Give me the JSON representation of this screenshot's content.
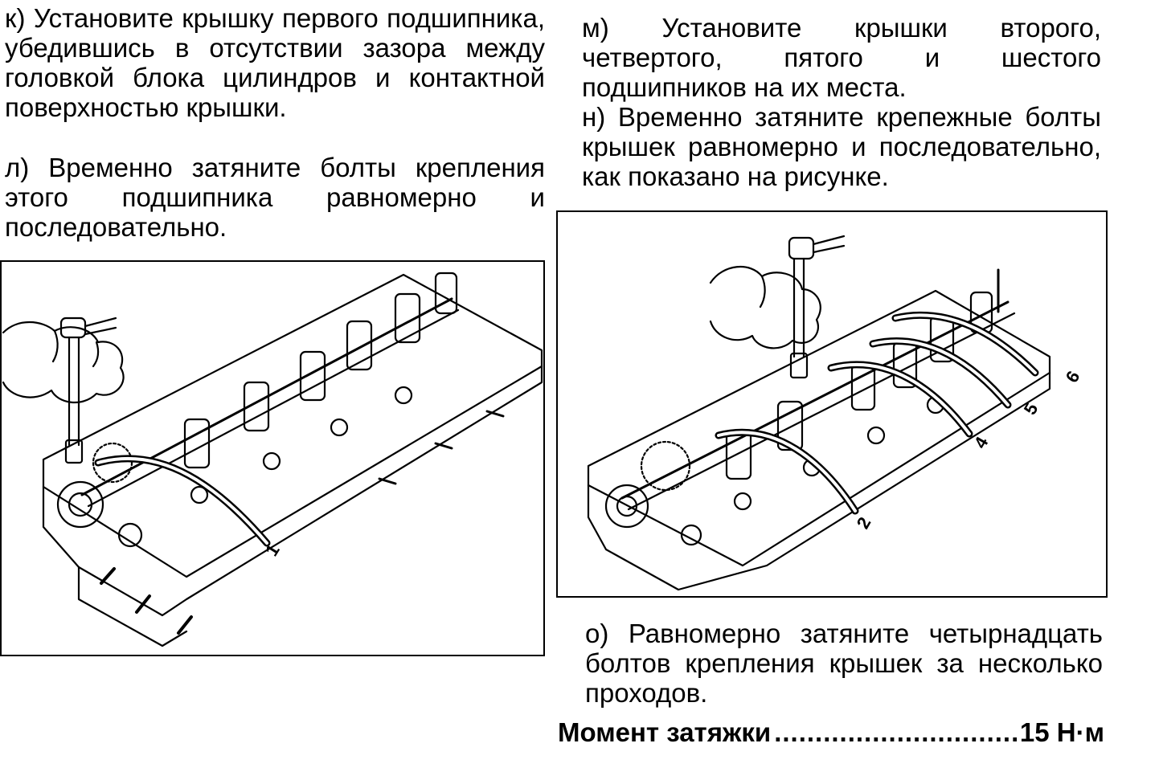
{
  "paragraphs": {
    "k": "к) Установите крышку первого подшипника, убедившись в отсутствии зазора между головкой блока цилиндров и контактной поверхностью крышки.",
    "l": "л) Временно затяните болты крепления этого подшипника равномерно и последовательно.",
    "m": "м) Установите крышки второго, четвертого, пятого и шестого подшипников на их места.",
    "n": "н) Временно затяните крепежные болты крышек равномерно и последовательно, как показано на рисунке.",
    "o": "о) Равномерно затяните четырнадцать болтов крепления крышек за несколько проходов."
  },
  "torque": {
    "label": "Момент затяжки",
    "value": "15 Н·м"
  },
  "figures": {
    "left": {
      "labels": [
        "1"
      ]
    },
    "right": {
      "labels": [
        "2",
        "4",
        "5",
        "6"
      ]
    }
  }
}
